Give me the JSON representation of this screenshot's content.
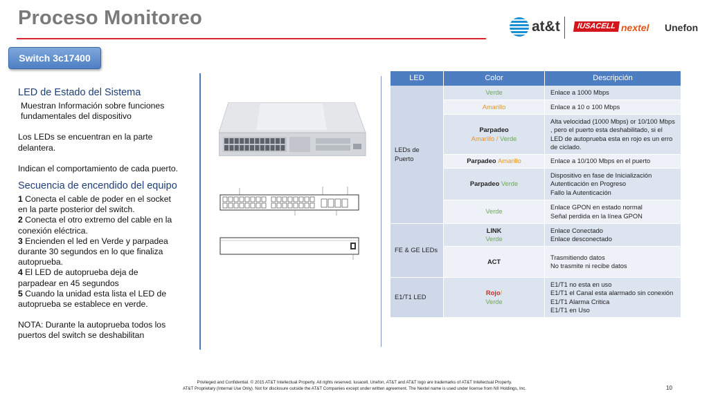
{
  "title": "Proceso Monitoreo",
  "logos": {
    "att": "at&t",
    "iusacell": "IUSACELL",
    "nextel": "nextel",
    "unefon": "Unefon"
  },
  "section_button": "Switch 3c17400",
  "left": {
    "heading1": "LED de Estado del Sistema",
    "p1": "Muestran Información sobre funciones fundamentales del dispositivo",
    "p2": "Los LEDs se encuentran en la parte delantera.",
    "p3": "Indican el comportamiento de cada puerto.",
    "heading2": "Secuencia de encendido del equipo",
    "steps": [
      {
        "num": "1",
        "text": " Conecta el cable de poder en el socket en la parte posterior del switch."
      },
      {
        "num": "2",
        "text": " Conecta el otro extremo del cable en la conexión eléctrica."
      },
      {
        "num": "3",
        "text": " Encienden el led en Verde y parpadea durante 30 segundos en lo que finaliza autoprueba."
      },
      {
        "num": "4",
        "text": " El LED de autoprueba deja de parpadear en 45 segundos"
      },
      {
        "num": "5",
        "text": " Cuando la unidad esta lista el LED de autoprueba se establece en verde."
      }
    ],
    "note": "NOTA: Durante la autoprueba todos los puertos del switch se deshabilitan"
  },
  "table": {
    "headers": [
      "LED",
      "Color",
      "Descripción"
    ],
    "groups": {
      "leds_puerto": "LEDs de Puerto",
      "fe_ge": "FE & GE LEDs",
      "e1t1": "E1/T1 LED"
    },
    "rows": [
      {
        "c1": "Verde",
        "desc": [
          "Enlace a 1000 Mbps"
        ]
      },
      {
        "c1": "Amarillo",
        "desc": [
          "Enlace a 10 o 100 Mbps"
        ]
      },
      {
        "c1": "Parpadeo",
        "c2": "Amarillo",
        "c3": " / ",
        "c4": "Verde",
        "desc": [
          "Alta velocidad (1000 Mbps) or 10/100 Mbps , pero el puerto esta deshabilitado, si el LED de autoprueba esta en rojo es un erro de ciclado."
        ]
      },
      {
        "c1": "Parpadeo ",
        "c2": "Amarillo",
        "desc": [
          "Enlace  a 10/100 Mbps en el puerto"
        ]
      },
      {
        "c1": "Parpadeo ",
        "c2": "Verde",
        "desc": [
          "Dispositivo en fase de Inicialización",
          "Autenticación en Progreso",
          "Fallo la Autenticación"
        ]
      },
      {
        "c1": "Verde",
        "desc": [
          "Enlace GPON en estado normal",
          "Señal perdida en la línea GPON"
        ]
      },
      {
        "c1": "LINK",
        "c2": "Verde",
        "desc": [
          "Enlace Conectado",
          "Enlace desconectado"
        ]
      },
      {
        "c1": "ACT",
        "desc": [
          "Trasmitiendo datos",
          "No trasmite ni recibe datos"
        ]
      },
      {
        "c1": "Rojo",
        "c1b": "/",
        "c2": "Verde",
        "desc": [
          "E1/T1 no esta en uso",
          "E1/T1 el Canal esta alarmado sin conexión",
          "E1/T1 Alarma Critica",
          "E1/T1 en Uso"
        ]
      }
    ]
  },
  "footer": {
    "line1": "Privileged and Confidential. © 2015 AT&T Intellectual Property. All rights reserved. Iusacell, Unefon, AT&T and AT&T logo are trademarks of AT&T Intellectual Property.",
    "line2": "AT&T Proprietary (Internal Use Only). Not for disclosure outside the AT&T Companies except under written agreement. The Nextel name is used under license from NII Holdings, Inc."
  },
  "page_number": "10",
  "colors": {
    "title_gray": "#7a7a7a",
    "rule_red": "#d9262e",
    "table_header": "#4e7ec2",
    "heading_blue": "#1f3e79",
    "green": "#6aa84f",
    "orange": "#e3932b",
    "red": "#d22a1e"
  }
}
